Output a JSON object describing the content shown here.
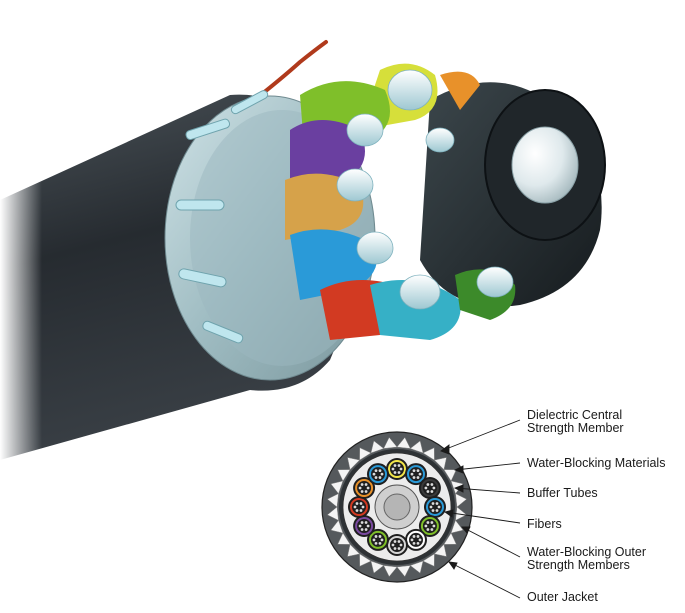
{
  "diagram": {
    "callouts": [
      {
        "id": "central-member",
        "lines": [
          "Dielectric Central",
          "Strength Member"
        ]
      },
      {
        "id": "water-blocking",
        "lines": [
          "Water-Blocking Materials"
        ]
      },
      {
        "id": "buffer-tubes",
        "lines": [
          "Buffer Tubes"
        ]
      },
      {
        "id": "fibers",
        "lines": [
          "Fibers"
        ]
      },
      {
        "id": "outer-strength",
        "lines": [
          "Water-Blocking Outer",
          "Strength Members"
        ]
      },
      {
        "id": "outer-jacket",
        "lines": [
          "Outer Jacket"
        ]
      }
    ],
    "tube_colors": {
      "yellow": "#d6df3a",
      "orange": "#e8912a",
      "green": "#7fbf2a",
      "purple": "#6a3fa0",
      "tan": "#d6a24a",
      "blue": "#2a9ad8",
      "red": "#d23a22",
      "teal": "#36b0c6",
      "darkgreen": "#3c8a2a"
    },
    "jacket_color": "#2d3338",
    "cross_section_tubes": [
      "#f2e64a",
      "#2a9ad8",
      "#3a3a3a",
      "#2a9ad8",
      "#7fbf2a",
      "#ffffff",
      "#d6d6d6",
      "#7fbf2a",
      "#7a4aa0",
      "#d23a22",
      "#e8912a",
      "#2a9ad8"
    ]
  }
}
